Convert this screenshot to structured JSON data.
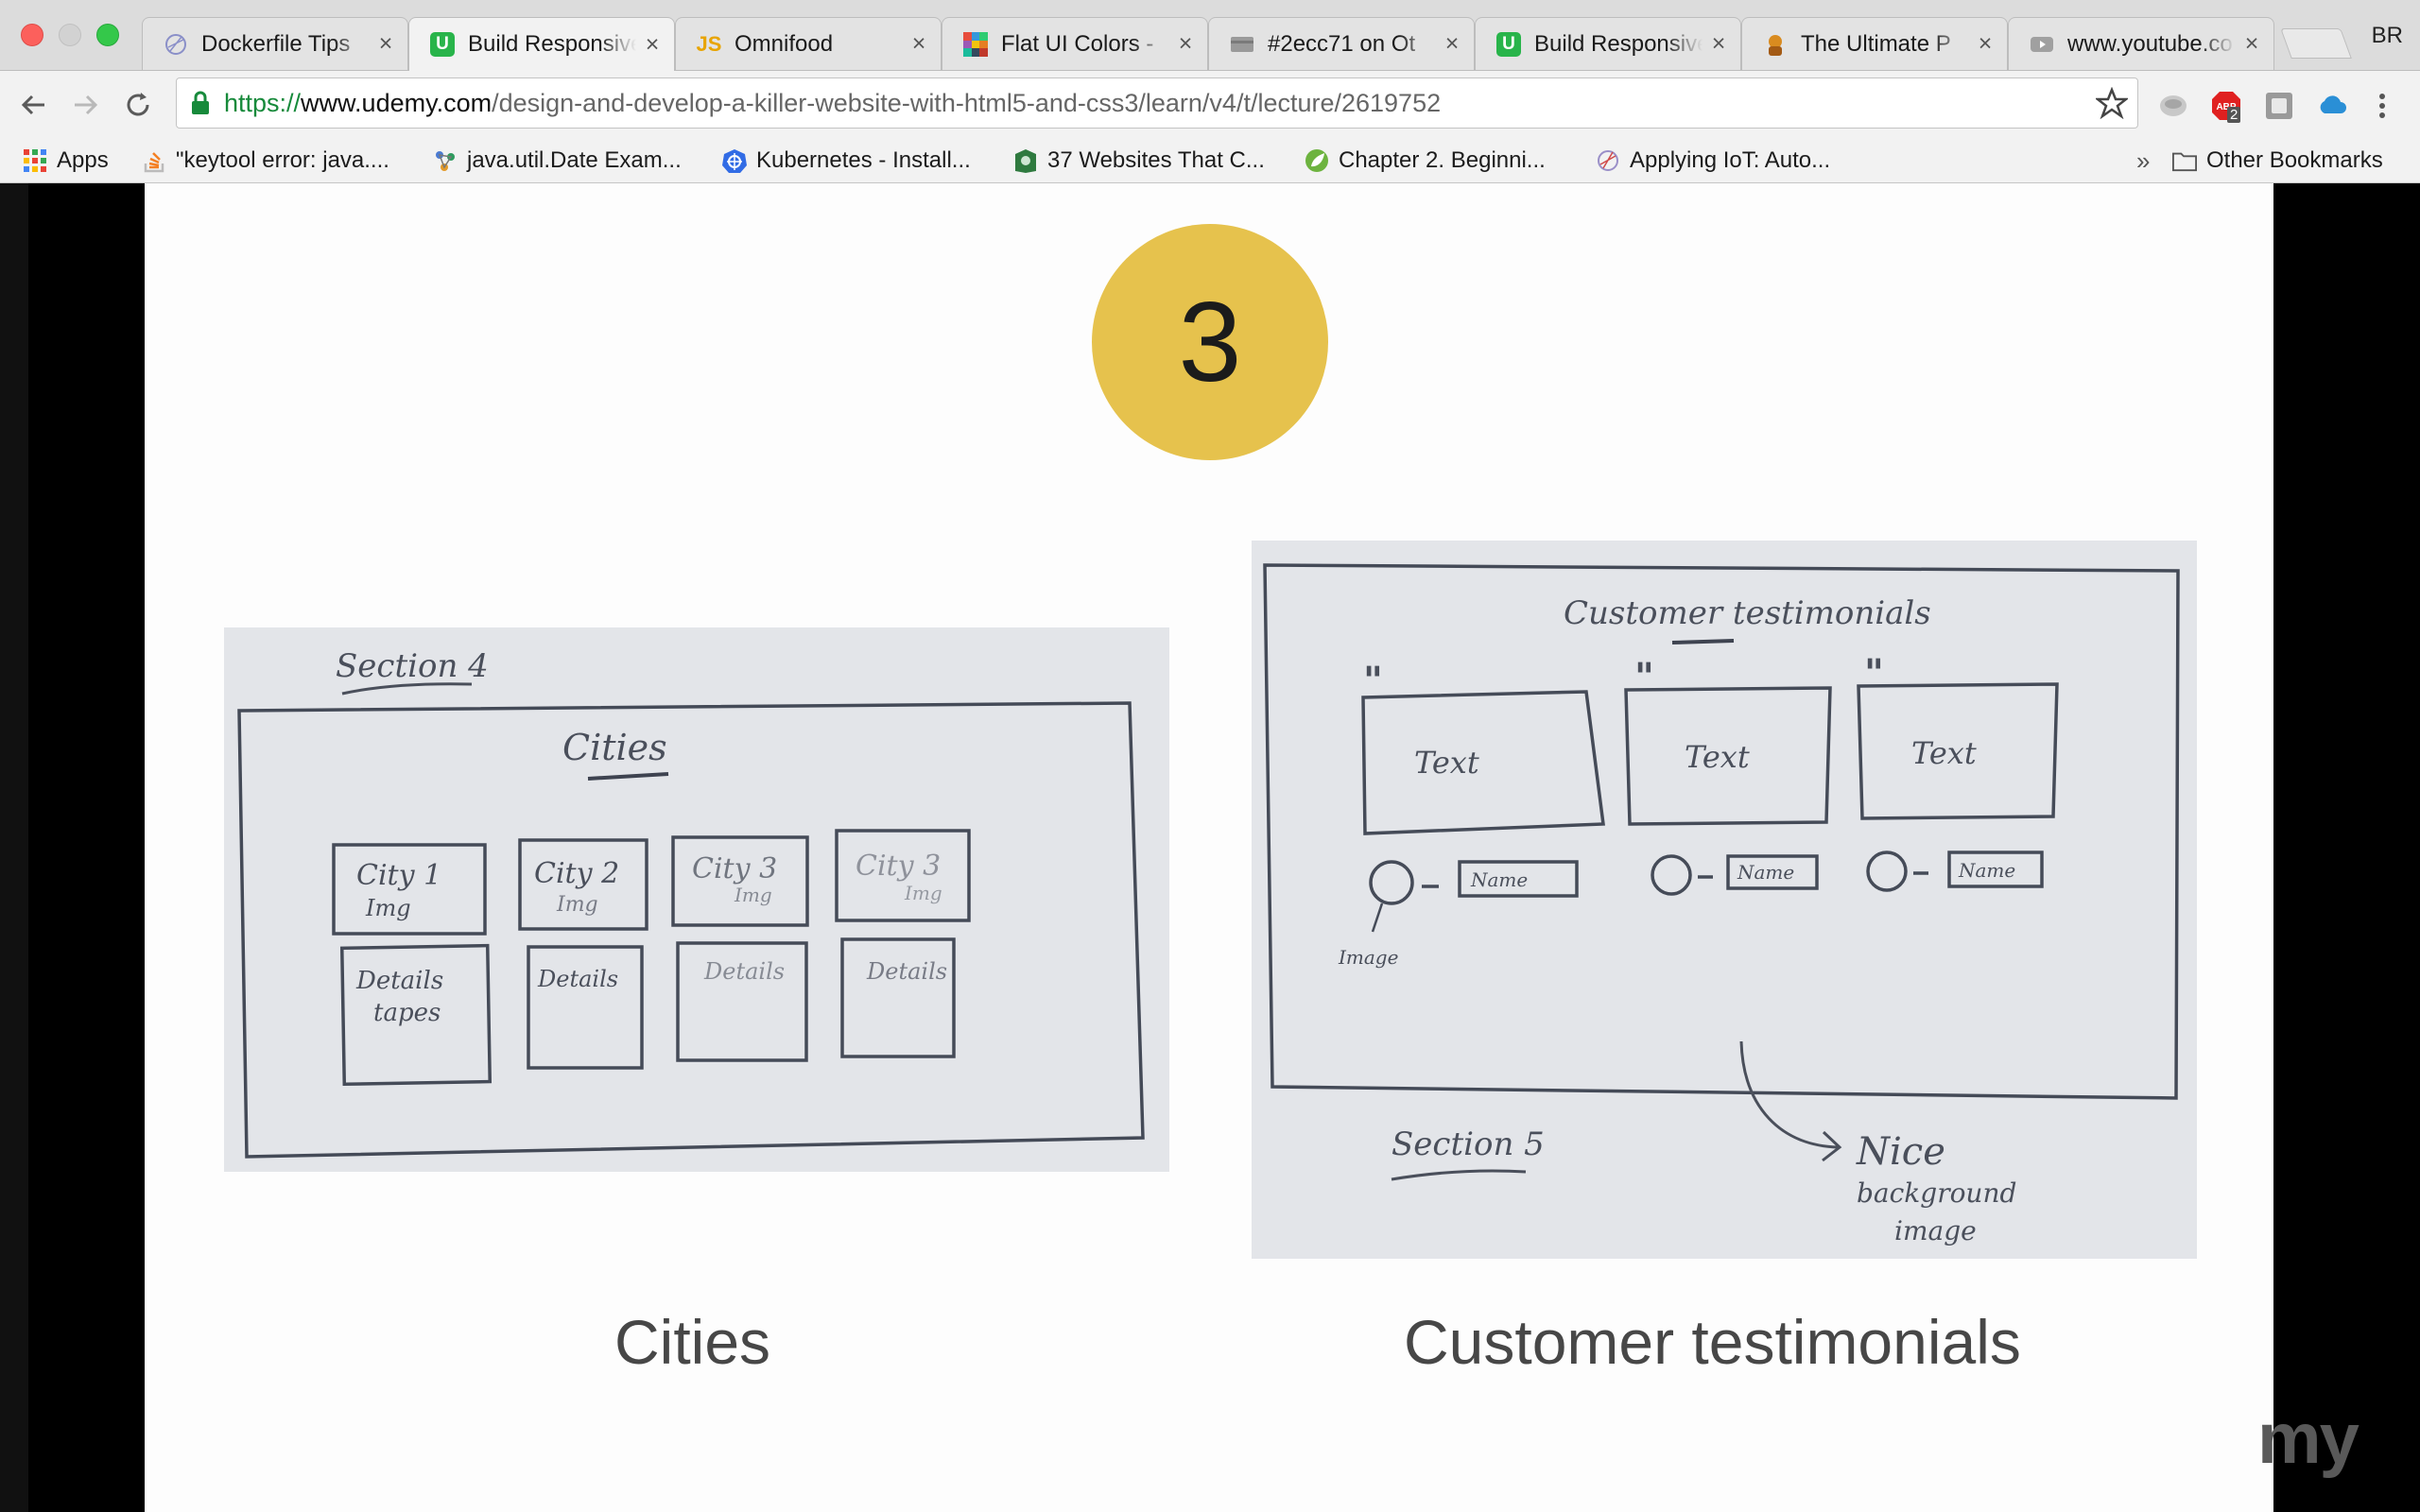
{
  "tabs": [
    {
      "title": "Dockerfile Tips",
      "icon": "docker-doc-icon",
      "color": "#8a8fc8",
      "active": false
    },
    {
      "title": "Build Responsive",
      "icon": "udemy-icon",
      "color": "#28b44a",
      "active": true
    },
    {
      "title": "Omnifood",
      "icon": "js-icon",
      "color": "#f0b000",
      "active": false
    },
    {
      "title": "Flat UI Colors -",
      "icon": "flat-ui-icon",
      "color": "#e74c3c",
      "active": false
    },
    {
      "title": "#2ecc71 on Ot",
      "icon": "color-swatch-icon",
      "color": "#8a8a8a",
      "active": false
    },
    {
      "title": "Build Responsive",
      "icon": "udemy-icon",
      "color": "#28b44a",
      "active": false
    },
    {
      "title": "The Ultimate P",
      "icon": "ultimate-icon",
      "color": "#d98b1f",
      "active": false
    },
    {
      "title": "www.youtube.co",
      "icon": "youtube-icon",
      "color": "#9a9a9a",
      "active": false
    }
  ],
  "profile_label": "BR",
  "address": {
    "scheme": "https://",
    "host": "www.udemy.com",
    "path": "/design-and-develop-a-killer-website-with-html5-and-css3/learn/v4/t/lecture/2619752"
  },
  "extensions": [
    {
      "name": "ghostery-icon",
      "color": "#b0b0b0"
    },
    {
      "name": "adblock-icon",
      "color": "#e02020",
      "badge": "2"
    },
    {
      "name": "extension-grey-icon",
      "color": "#9a9a9a"
    },
    {
      "name": "cloud-icon",
      "color": "#2a8fd6"
    }
  ],
  "bookmarks": [
    {
      "label": "Apps",
      "icon": "apps-grid-icon"
    },
    {
      "label": "\"keytool error: java....",
      "icon": "stackoverflow-icon"
    },
    {
      "label": "java.util.Date Exam...",
      "icon": "java-icon"
    },
    {
      "label": "Kubernetes - Install...",
      "icon": "kubernetes-icon"
    },
    {
      "label": "37 Websites That C...",
      "icon": "shield-icon"
    },
    {
      "label": "Chapter 2. Beginni...",
      "icon": "spring-icon"
    },
    {
      "label": "Applying IoT: Auto...",
      "icon": "iot-icon"
    }
  ],
  "bookmarks_overflow": "»",
  "other_bookmarks": "Other Bookmarks",
  "slide": {
    "badge_number": "3",
    "left_caption": "Cities",
    "right_caption": "Customer testimonials",
    "watermark": "my",
    "left_sketch": {
      "section": "Section 4",
      "heading": "Cities",
      "cities": [
        "City 1",
        "City 2",
        "City 3",
        "City 3"
      ],
      "city_sub": "Img",
      "details": [
        "Details",
        "Details",
        "Details",
        "Details"
      ],
      "details_sub": "tapes"
    },
    "right_sketch": {
      "heading": "Customer testimonials",
      "quote_mark": "\"",
      "texts": [
        "Text",
        "Text",
        "Text"
      ],
      "names": [
        "Name",
        "Name",
        "Name"
      ],
      "image_label": "Image",
      "section": "Section 5",
      "note": [
        "Nice",
        "background",
        "image"
      ]
    }
  }
}
